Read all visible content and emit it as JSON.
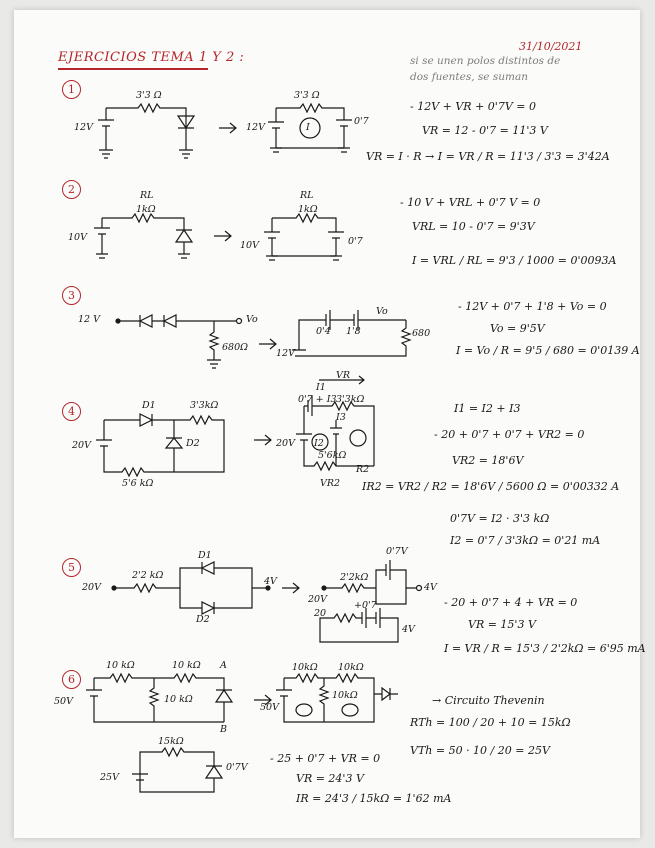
{
  "header": {
    "title": "EJERCICIOS TEMA 1 Y 2 :",
    "date": "31/10/2021",
    "note_line1": "si se unen polos distintos de",
    "note_line2": "dos fuentes, se suman"
  },
  "exercises": [
    {
      "number": "1",
      "labels": [
        "3'3 Ω",
        "12V",
        "3'3 Ω",
        "12V",
        "0'7",
        "I"
      ],
      "equations": [
        "- 12V + VR + 0'7V = 0",
        "VR = 12 - 0'7 = 11'3 V",
        "VR = I · R → I = VR / R = 11'3 / 3'3 = 3'42A"
      ]
    },
    {
      "number": "2",
      "labels": [
        "RL",
        "1kΩ",
        "10V",
        "RL",
        "1kΩ",
        "10V",
        "0'7"
      ],
      "equations": [
        "- 10 V + VRL + 0'7 V = 0",
        "VRL = 10 - 0'7 = 9'3V",
        "I = VRL / RL = 9'3 / 1000 = 0'0093A"
      ]
    },
    {
      "number": "3",
      "labels": [
        "12 V",
        "Vo",
        "680Ω",
        "12V",
        "0'4",
        "1'8",
        "Vo",
        "680"
      ],
      "equations": [
        "- 12V + 0'7 + 1'8 + Vo = 0",
        "Vo = 9'5V",
        "I = Vo / R = 9'5 / 680 = 0'0139 A"
      ]
    },
    {
      "number": "4",
      "labels": [
        "D1",
        "3'3kΩ",
        "D2",
        "20V",
        "5'6 kΩ",
        "VR",
        "I1",
        "0'7 + I3",
        "3'3kΩ",
        "I3",
        "I2",
        "20V",
        "5'6kΩ",
        "R2",
        "VR2"
      ],
      "equations": [
        "I1 = I2 + I3",
        "- 20 + 0'7 + 0'7 + VR2 = 0",
        "VR2 = 18'6V",
        "IR2 = VR2 / R2 = 18'6V / 5600 Ω = 0'00332 A",
        "0'7V = I2 · 3'3 kΩ",
        "I2 = 0'7 / 3'3kΩ = 0'21 mA"
      ]
    },
    {
      "number": "5",
      "labels": [
        "D1",
        "20V",
        "2'2 kΩ",
        "D2",
        "4V",
        "0'7V",
        "2'2kΩ",
        "20V",
        "4V",
        "20",
        "+0'7",
        "4V"
      ],
      "equations": [
        "- 20 + 0'7 + 4 + VR = 0",
        "VR = 15'3 V",
        "I = VR / R = 15'3 / 2'2kΩ = 6'95 mA"
      ]
    },
    {
      "number": "6",
      "labels": [
        "10 kΩ",
        "10 kΩ",
        "A",
        "50V",
        "10 kΩ",
        "B",
        "10kΩ",
        "10kΩ",
        "50V",
        "10kΩ",
        "15kΩ",
        "25V",
        "0'7V"
      ],
      "equations": [
        "→ Circuito Thevenin",
        "RTh = 100 / 20 + 10 = 15kΩ",
        "VTh = 50 · 10 / 20 = 25V",
        "- 25 + 0'7 + VR = 0",
        "VR = 24'3 V",
        "IR = 24'3 / 15kΩ = 1'62 mA"
      ]
    }
  ]
}
